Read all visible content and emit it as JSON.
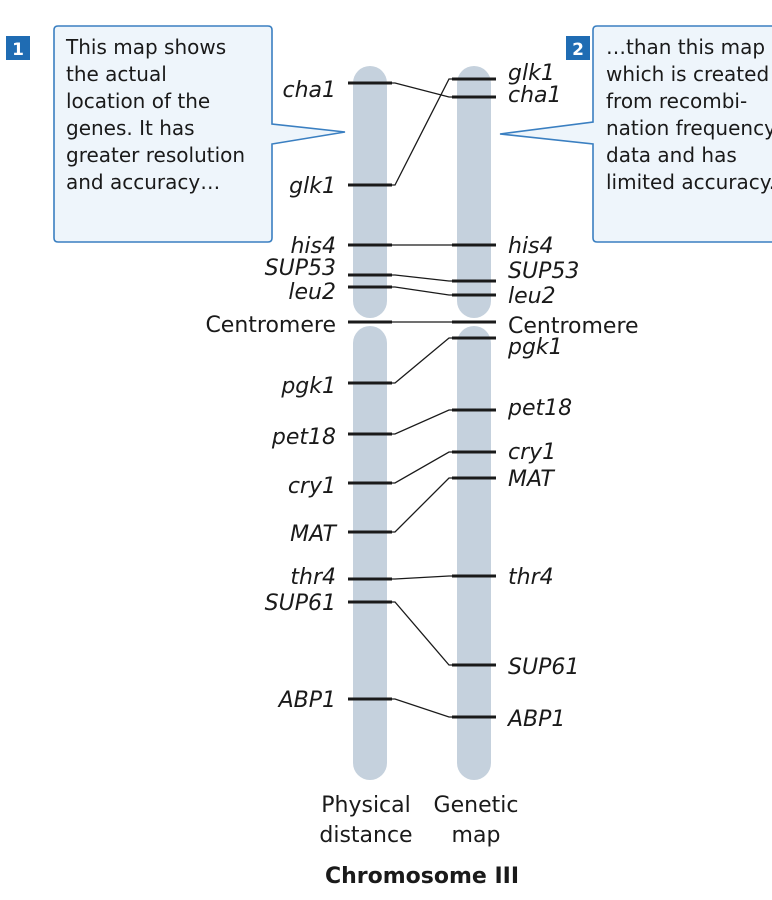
{
  "colors": {
    "chromosome": "#c5d1dd",
    "callout_border": "#3a7fc1",
    "callout_fill": "#eef5fb",
    "badge": "#1f6cb3"
  },
  "callouts": [
    {
      "number": "1",
      "lines": [
        "This map shows",
        "the actual",
        "location of the",
        "genes. It has",
        "greater resolution",
        "and accuracy…"
      ]
    },
    {
      "number": "2",
      "lines": [
        "…than this map",
        "which is created",
        "from recombi-",
        "nation frequency",
        "data and has",
        "limited accuracy."
      ]
    }
  ],
  "physical": {
    "genes": [
      "cha1",
      "glk1",
      "his4",
      "SUP53",
      "leu2",
      "Centromere",
      "pgk1",
      "pet18",
      "cry1",
      "MAT",
      "thr4",
      "SUP61",
      "ABP1"
    ]
  },
  "genetic": {
    "genes": [
      "glk1",
      "cha1",
      "his4",
      "SUP53",
      "leu2",
      "Centromere",
      "pgk1",
      "pet18",
      "cry1",
      "MAT",
      "thr4",
      "SUP61",
      "ABP1"
    ]
  },
  "footer": {
    "left": [
      "Physical",
      "distance"
    ],
    "right": [
      "Genetic",
      "map"
    ],
    "title": "Chromosome III"
  }
}
